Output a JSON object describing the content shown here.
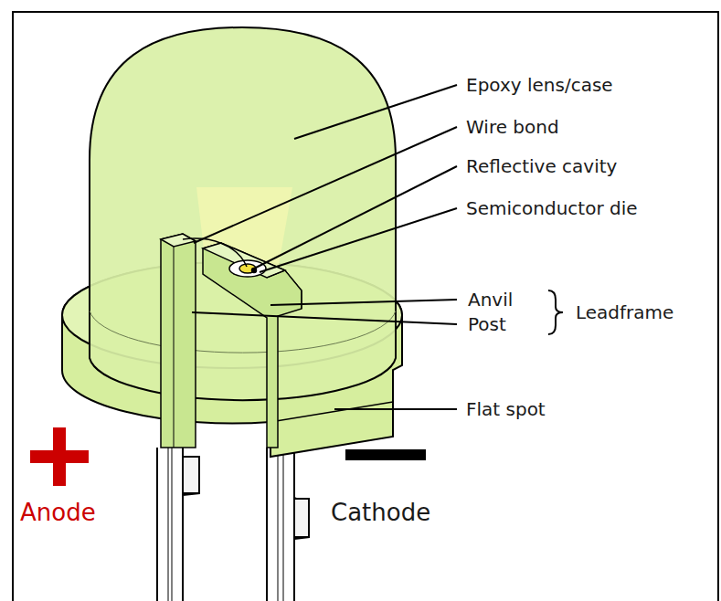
{
  "diagram": {
    "labels": [
      "Epoxy lens/case",
      "Wire bond",
      "Reflective cavity",
      "Semiconductor die",
      "Anvil",
      "Post",
      "Leadframe",
      "Flat spot",
      "Anode",
      "Cathode"
    ]
  }
}
